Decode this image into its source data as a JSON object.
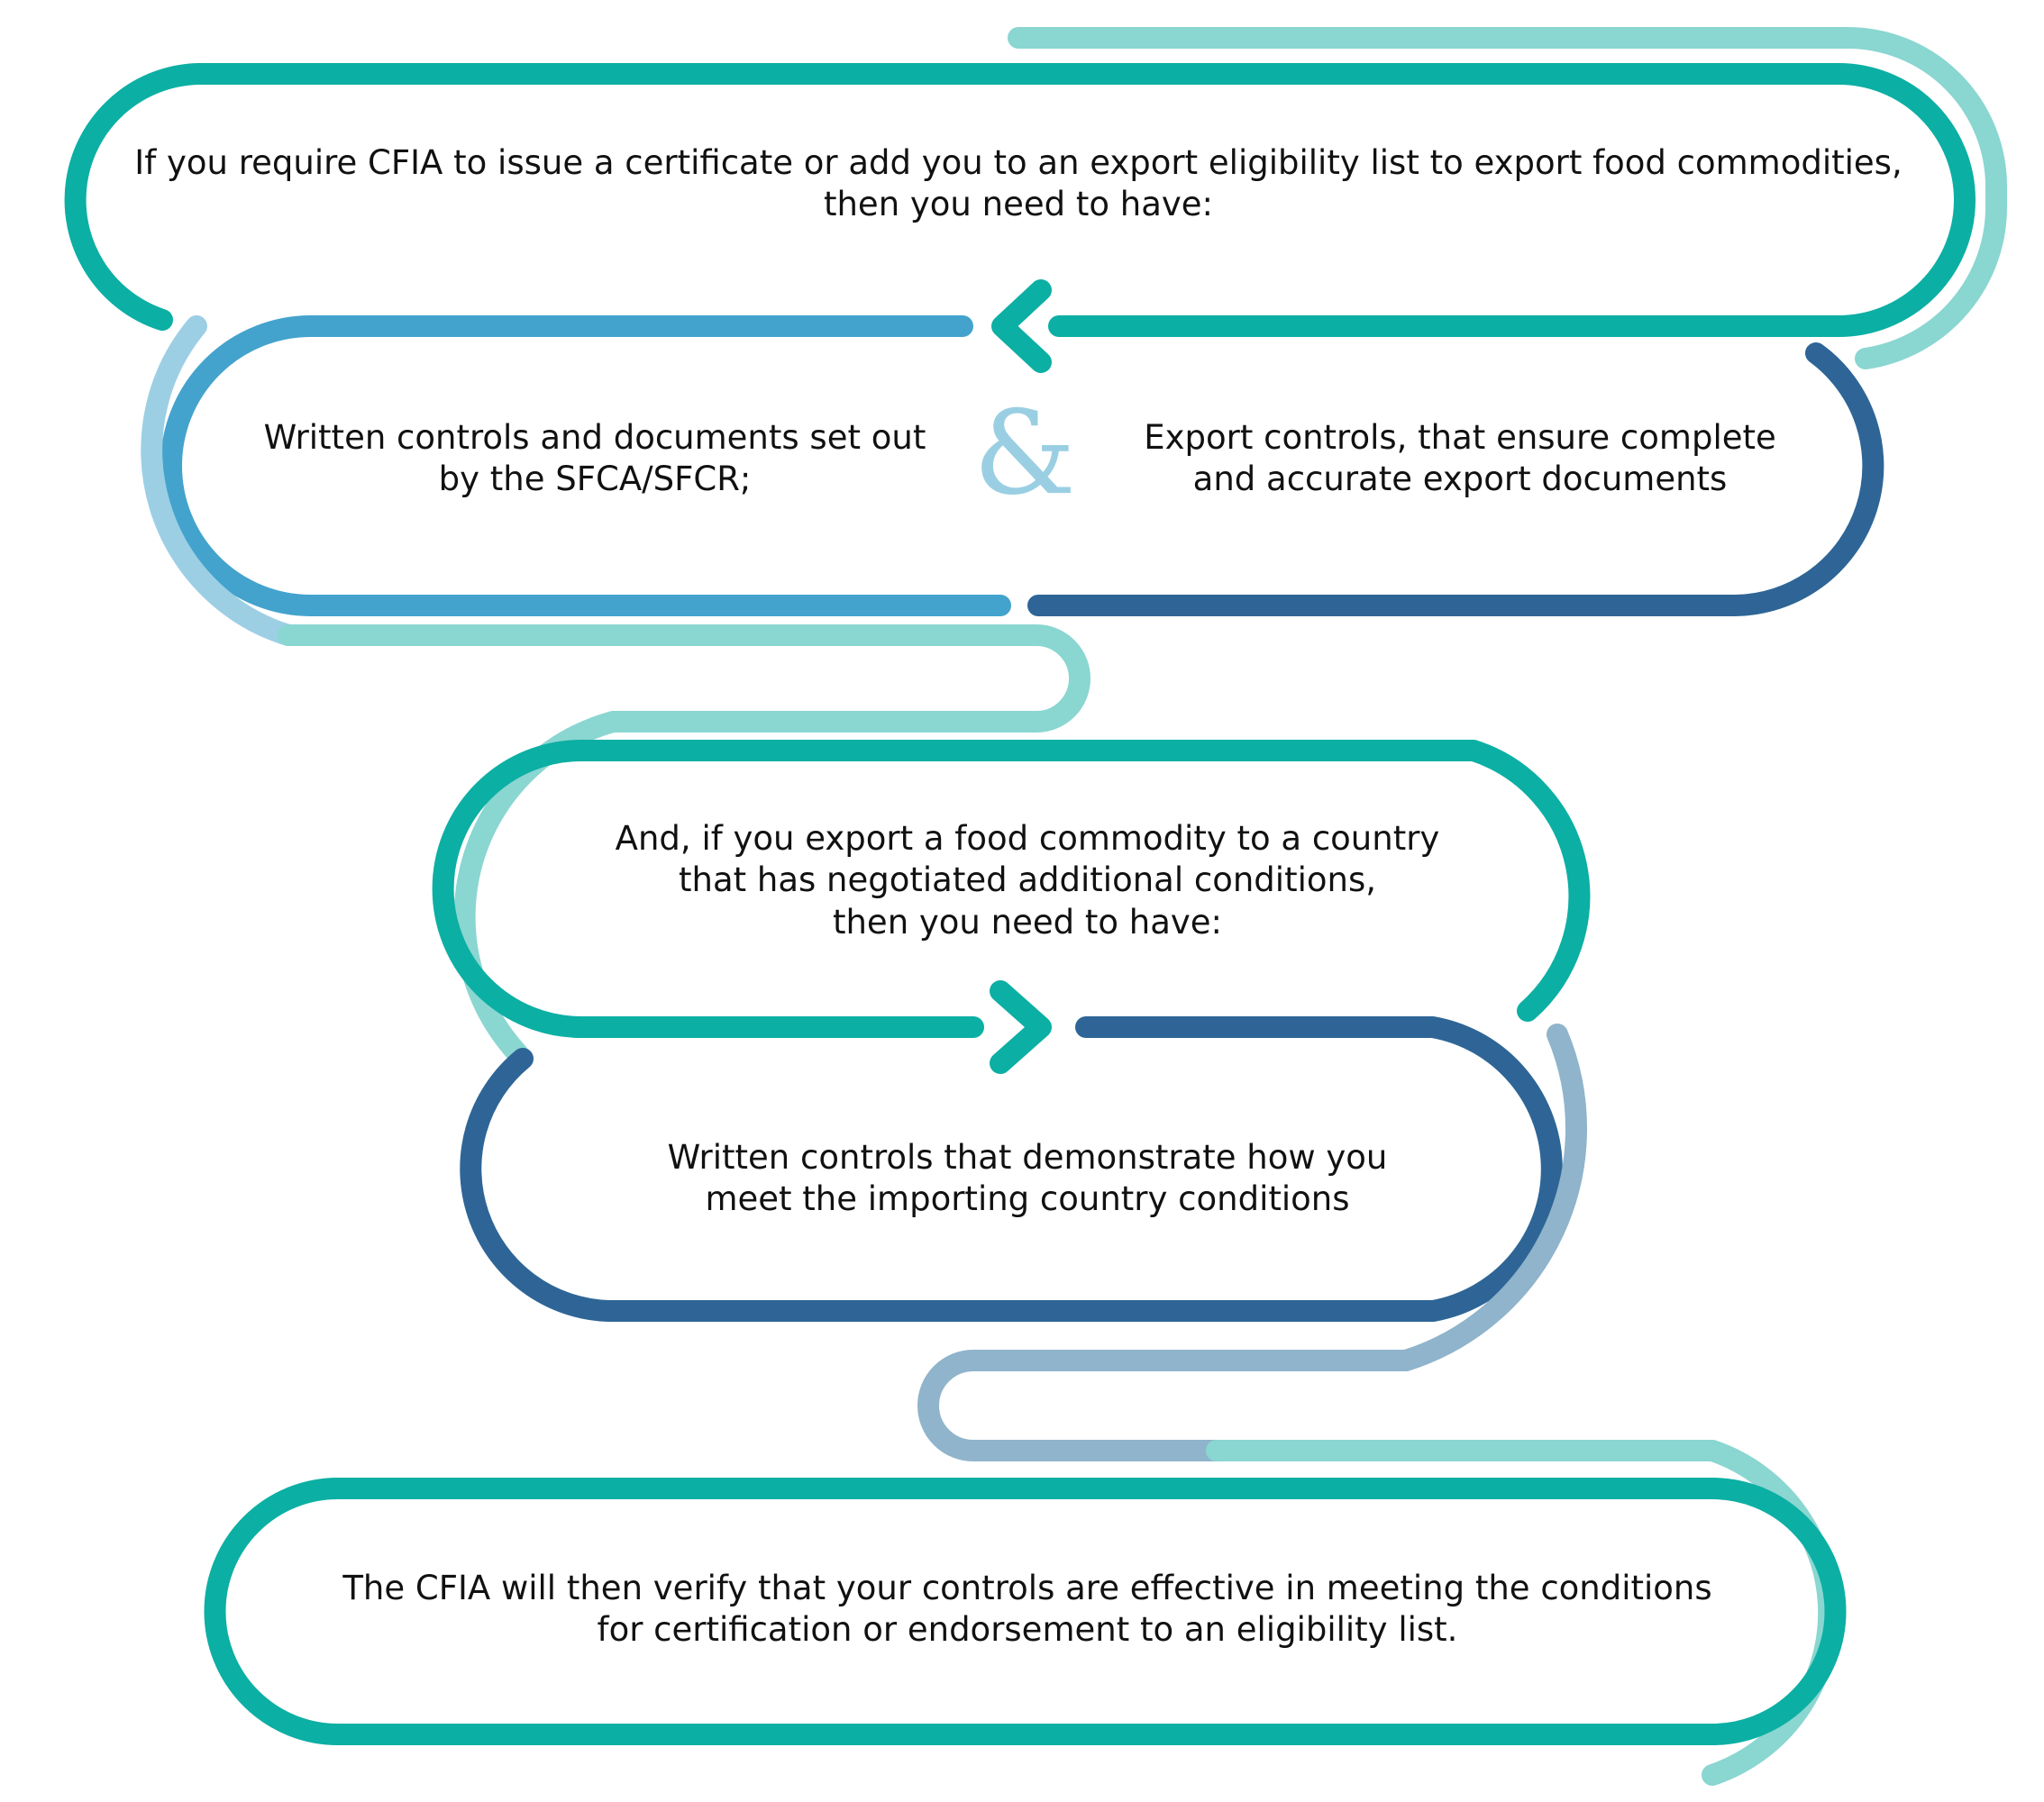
{
  "colors": {
    "teal": "#0CAFA3",
    "light_teal": "#8AD6D1",
    "blue": "#43A3CD",
    "light_blue": "#9CCFE4",
    "dark_blue": "#2E6596",
    "slate": "#8FB4CB",
    "ampersand": "#9ACFE3",
    "text": "#111111"
  },
  "boxes": {
    "top": {
      "lines": [
        "If you require CFIA to issue a certificate or add you to an export eligibility list to export food commodities,",
        "then you need to have:"
      ]
    },
    "left": {
      "lines": [
        "Written controls and documents set out",
        "by the SFCA/SFCR;"
      ]
    },
    "ampersand": "&",
    "right": {
      "lines": [
        "Export controls, that ensure complete",
        "and accurate export documents"
      ]
    },
    "middle": {
      "lines": [
        "And, if you export a food commodity to a country",
        "that has negotiated additional conditions,",
        "then you need to have:"
      ]
    },
    "conditions": {
      "lines": [
        "Written controls that demonstrate how you",
        "meet the importing country conditions"
      ]
    },
    "bottom": {
      "lines": [
        "The CFIA will then verify that your controls are effective in meeting the conditions",
        "for certification or endorsement to an eligibility list."
      ]
    }
  }
}
